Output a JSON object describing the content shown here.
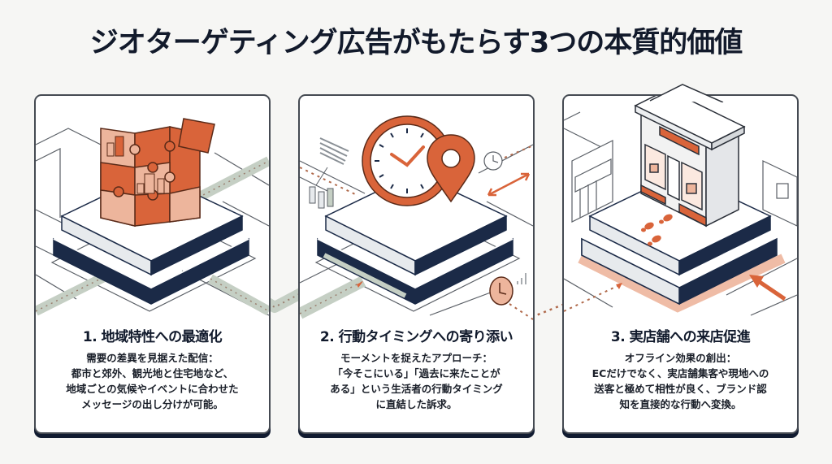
{
  "title": "ジオターゲティング広告がもたらす3つの本質的価値",
  "colors": {
    "background": "#f6f6f4",
    "navy": "#1b2a47",
    "accent_orange": "#d9643a",
    "accent_salmon": "#edb59c",
    "road_sage": "#c5cfc4",
    "outline": "#454a52"
  },
  "panels": [
    {
      "number": "1",
      "title": "1. 地域特性への最適化",
      "illustration": "puzzle-map-icon",
      "description_lines": [
        "需要の差異を見据えた配信：",
        "都市と郊外、観光地と住宅地など、",
        "地域ごとの気候やイベントに合わせた",
        "メッセージの出し分けが可能。"
      ]
    },
    {
      "number": "2",
      "title": "2. 行動タイミングへの寄り添い",
      "illustration": "clock-location-pin-icon",
      "description_lines": [
        "モーメントを捉えたアプローチ：",
        "「今そこにいる」「過去に来たことが",
        "ある」という生活者の行動タイミング",
        "に直結した訴求。"
      ]
    },
    {
      "number": "3",
      "title": "3. 実店舗への来店促進",
      "illustration": "storefront-footprints-icon",
      "description_lines": [
        "オフライン効果の創出：",
        "ECだけでなく、実店舗集客や現地への",
        "送客と極めて相性が良く、ブランド認",
        "知を直接的な行動へ変換。"
      ]
    }
  ]
}
